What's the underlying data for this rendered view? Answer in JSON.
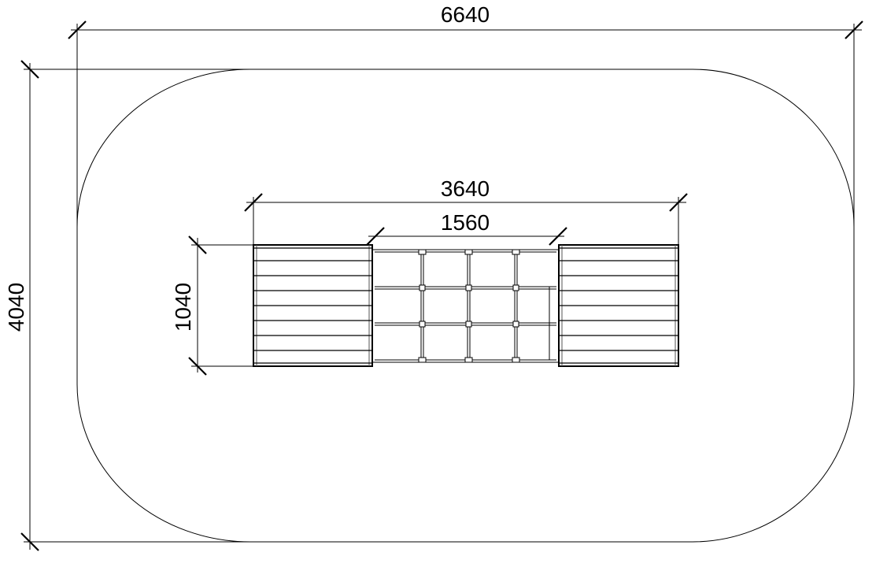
{
  "dimensions": {
    "overall_width": "6640",
    "overall_height": "4040",
    "equipment_length": "3640",
    "net_span": "1560",
    "equipment_width": "1040"
  }
}
